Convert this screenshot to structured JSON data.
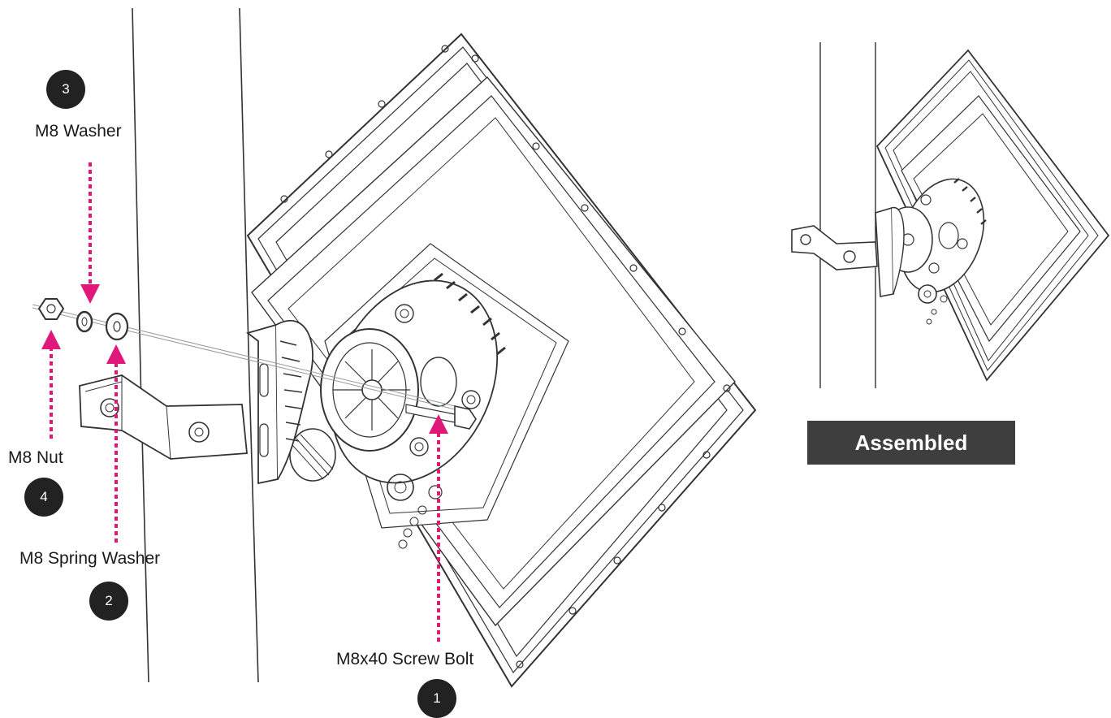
{
  "parts": {
    "bolt": {
      "label": "M8x40 Screw Bolt",
      "step": "1"
    },
    "spring_washer": {
      "label": "M8 Spring Washer",
      "step": "2"
    },
    "washer": {
      "label": "M8 Washer",
      "step": "3"
    },
    "nut": {
      "label": "M8 Nut",
      "step": "4"
    }
  },
  "assembled_badge": "Assembled",
  "colors": {
    "arrow": "#e0187a",
    "line": "#333333",
    "badge_bg": "#3e3e3e",
    "step_bg": "#222222"
  }
}
